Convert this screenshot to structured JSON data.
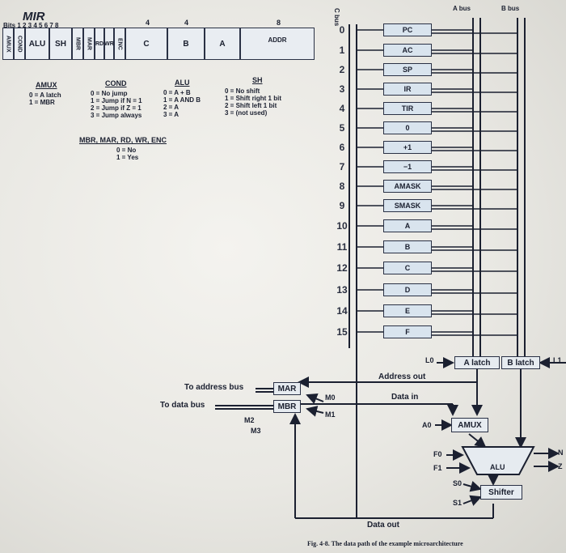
{
  "mir": {
    "title": "MIR",
    "bits_label": "Bits 1 2 3 4 5 6 7 8",
    "fields": [
      "AMUX",
      "COND",
      "ALU",
      "SH",
      "MBR",
      "MAR",
      "RD",
      "WR",
      "ENC",
      "C",
      "B",
      "A",
      "ADDR"
    ],
    "ticks": [
      "4",
      "4",
      "8"
    ]
  },
  "legend": {
    "amux_title": "AMUX",
    "amux_lines": [
      "0 = A latch",
      "1 = MBR"
    ],
    "cond_title": "COND",
    "cond_lines": [
      "0 = No jump",
      "1 = Jump if N = 1",
      "2 = Jump if Z = 1",
      "3 = Jump always"
    ],
    "alu_title": "ALU",
    "alu_lines": [
      "0 = A + B",
      "1 = A AND B",
      "2 = A",
      "3 = A"
    ],
    "sh_title": "SH",
    "sh_lines": [
      "0 = No shift",
      "1 = Shift right 1 bit",
      "2 = Shift left 1 bit",
      "3 = (not used)"
    ],
    "mbr_title": "MBR, MAR, RD, WR, ENC",
    "mbr_lines": [
      "0 = No",
      "1 = Yes"
    ]
  },
  "buses": {
    "c_bus": "C bus",
    "a_bus": "A bus",
    "b_bus": "B bus"
  },
  "registers": [
    "PC",
    "AC",
    "SP",
    "IR",
    "TIR",
    "0",
    "+1",
    "−1",
    "AMASK",
    "SMASK",
    "A",
    "B",
    "C",
    "D",
    "E",
    "F"
  ],
  "row_numbers": [
    "0",
    "1",
    "2",
    "3",
    "4",
    "5",
    "6",
    "7",
    "8",
    "9",
    "10",
    "11",
    "12",
    "13",
    "14",
    "15"
  ],
  "datapath": {
    "a_latch": "A latch",
    "b_latch": "B latch",
    "l0": "L0",
    "l1": "L1",
    "address_out": "Address out",
    "data_in": "Data in",
    "to_address_bus": "To address bus",
    "to_data_bus": "To data bus",
    "mar": "MAR",
    "mbr": "MBR",
    "m0": "M0",
    "m1": "M1",
    "m2": "M2",
    "m3": "M3",
    "a0": "A0",
    "amux": "AMUX",
    "f0": "F0",
    "f1": "F1",
    "alu": "ALU",
    "n": "N",
    "z": "Z",
    "s0": "S0",
    "s1": "S1",
    "shifter": "Shifter",
    "data_out": "Data out"
  },
  "caption": "Fig. 4-8. The data path of the example microarchitecture"
}
